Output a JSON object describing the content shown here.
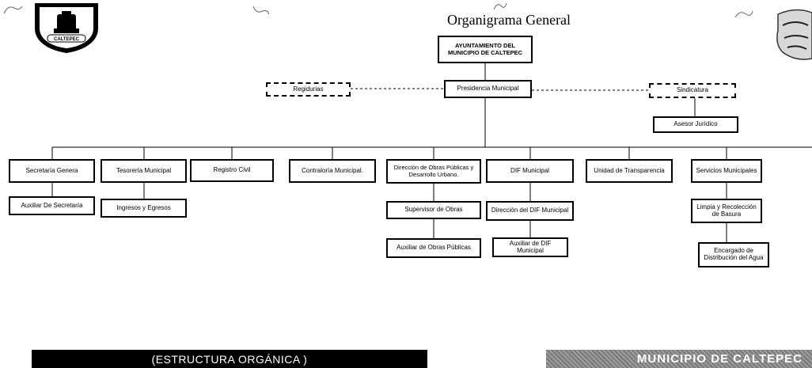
{
  "title": "Organigrama General",
  "logo_text": "CALTEPEC",
  "nodes": {
    "ayuntamiento": "AYUNTAMIENTO DEL MUNICIPIO DE CALTEPEC",
    "presidencia": "Presidencia Municipal",
    "regidurias": "Regidurias",
    "sindicatura": "Sindicatura",
    "asesor": "Asesor Jurídico",
    "secretaria": "Secretaría Genera",
    "auxiliar_secretaria": "Auxiliar De Secretaría",
    "tesoreria": "Tesorería Municipal",
    "ingresos": "Ingresos y Egresos",
    "registro": "Registro Civil",
    "contraloria": "Contraloría Municipal.",
    "obras": "Dirección de Obras Públicas y Desarrollo Urbano.",
    "supervisor": "Supervisor de Obras",
    "auxiliar_obras": "Auxiliar de Obras Públicas",
    "dif": "DIF Municipal",
    "direccion_dif": "Dirección del DIF Municipal",
    "auxiliar_dif": "Auxiliar de DIF Municipal",
    "transparencia": "Unidad de Transparencia",
    "servicios": "Servicios Municipales",
    "limpia": "Limpia y Recolección de Basura",
    "agua": "Encargado de Distribución del Agua"
  },
  "banners": {
    "left": "(ESTRUCTURA ORGÁNICA )",
    "right": "MUNICIPIO DE CALTEPEC"
  }
}
